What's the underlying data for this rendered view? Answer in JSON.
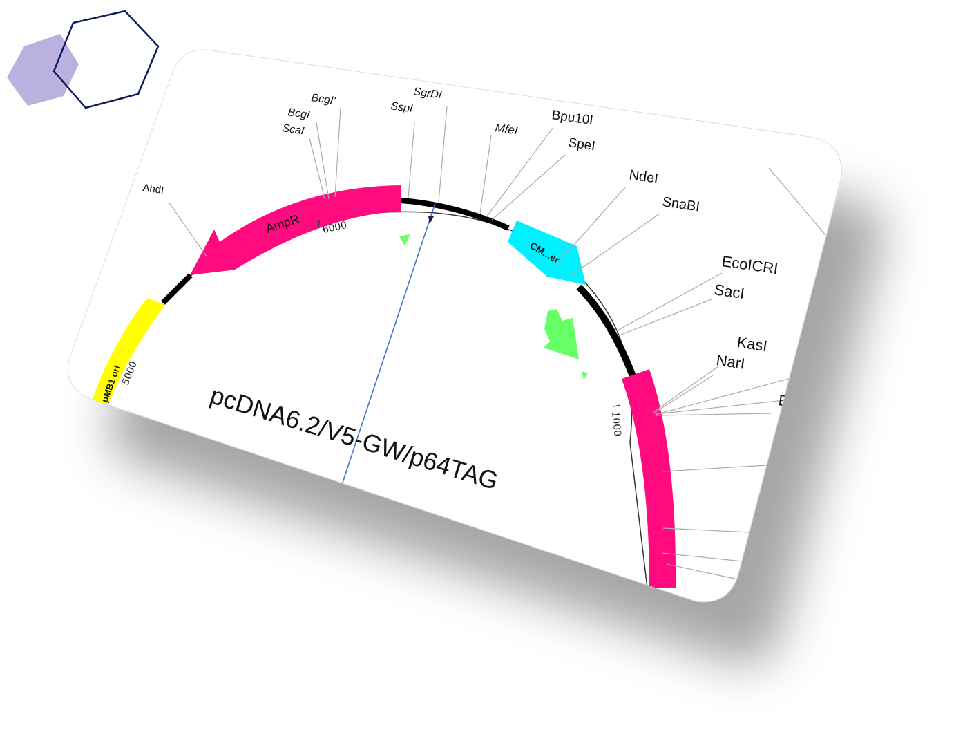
{
  "plasmid": {
    "name": "pcDNA6.2/V5-GW/p64TAG",
    "features": [
      {
        "label": "AmpR",
        "color": "#ff0a7f"
      },
      {
        "label": "pMB1 ori",
        "color": "#ffff00"
      },
      {
        "label": "CM...er",
        "color": "#00f0ff"
      },
      {
        "label": "",
        "color": "#ff0a7f"
      }
    ],
    "ticks": [
      "6000",
      "5000",
      "1000"
    ],
    "sites": [
      "AhdI",
      "ScaI",
      "BcgI",
      "BcgI'",
      "SspI",
      "SgrDI",
      "MfeI",
      "Bpu10I",
      "SpeI",
      "NdeI",
      "SnaBI",
      "EcoICRI",
      "SacI",
      "KasI",
      "NarI"
    ],
    "partial_site": "E"
  },
  "colors": {
    "primer": "#66ff66",
    "cut_line": "#3a78c9",
    "hex_fill": "#b3a8dc",
    "hex_stroke": "#0d1a5c"
  }
}
